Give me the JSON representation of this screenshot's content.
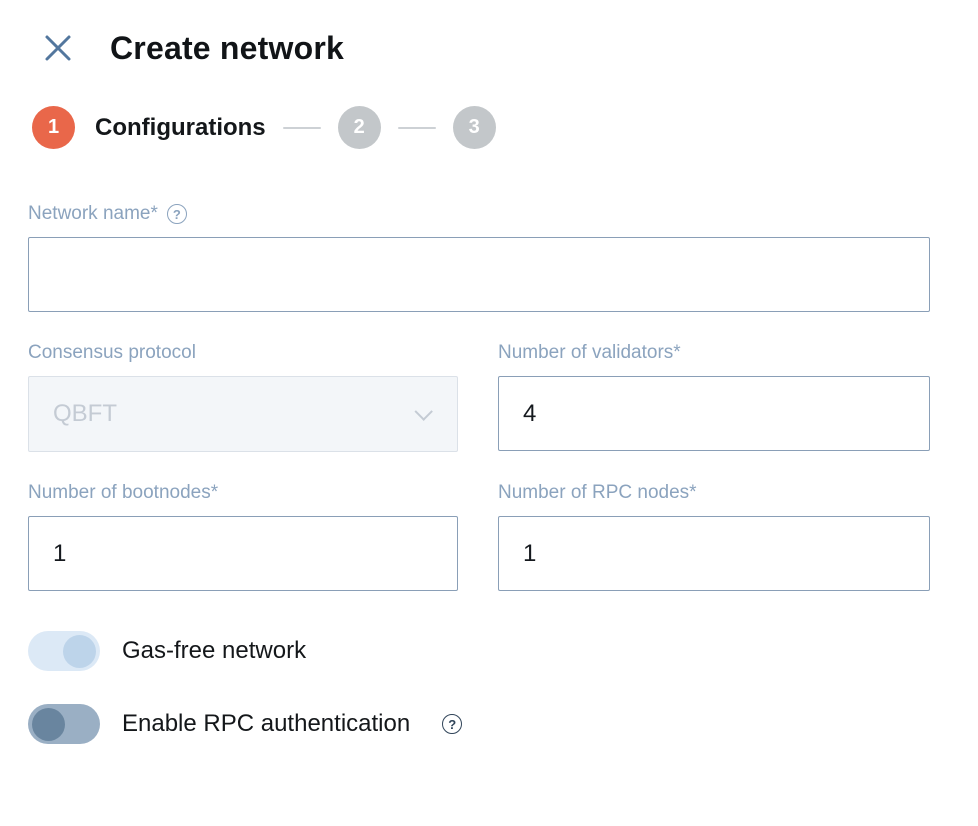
{
  "header": {
    "title": "Create network"
  },
  "stepper": {
    "steps": [
      {
        "number": "1",
        "label": "Configurations",
        "state": "active"
      },
      {
        "number": "2",
        "label": "",
        "state": "inactive"
      },
      {
        "number": "3",
        "label": "",
        "state": "inactive"
      }
    ]
  },
  "icons": {
    "help_glyph": "?"
  },
  "form": {
    "network_name": {
      "label": "Network name*",
      "value": "",
      "placeholder": ""
    },
    "consensus_protocol": {
      "label": "Consensus protocol",
      "value": "QBFT",
      "disabled": true
    },
    "validators": {
      "label": "Number of validators*",
      "value": "4"
    },
    "bootnodes": {
      "label": "Number of bootnodes*",
      "value": "1"
    },
    "rpc_nodes": {
      "label": "Number of RPC nodes*",
      "value": "1"
    },
    "gas_free": {
      "label": "Gas-free network",
      "on": true
    },
    "rpc_auth": {
      "label": "Enable RPC authentication",
      "on": false
    }
  },
  "colors": {
    "accent_step": "#e9674a",
    "inactive_step": "#c3c7ca",
    "label_blue": "#8ba3be",
    "input_border": "#8a9fb7",
    "disabled_bg": "#f3f6f9",
    "toggle_on_track": "#dce9f6",
    "toggle_on_knob": "#bdd4ea",
    "toggle_off_track": "#9aafc4",
    "toggle_off_knob": "#69859f",
    "close_icon": "#53779e"
  }
}
